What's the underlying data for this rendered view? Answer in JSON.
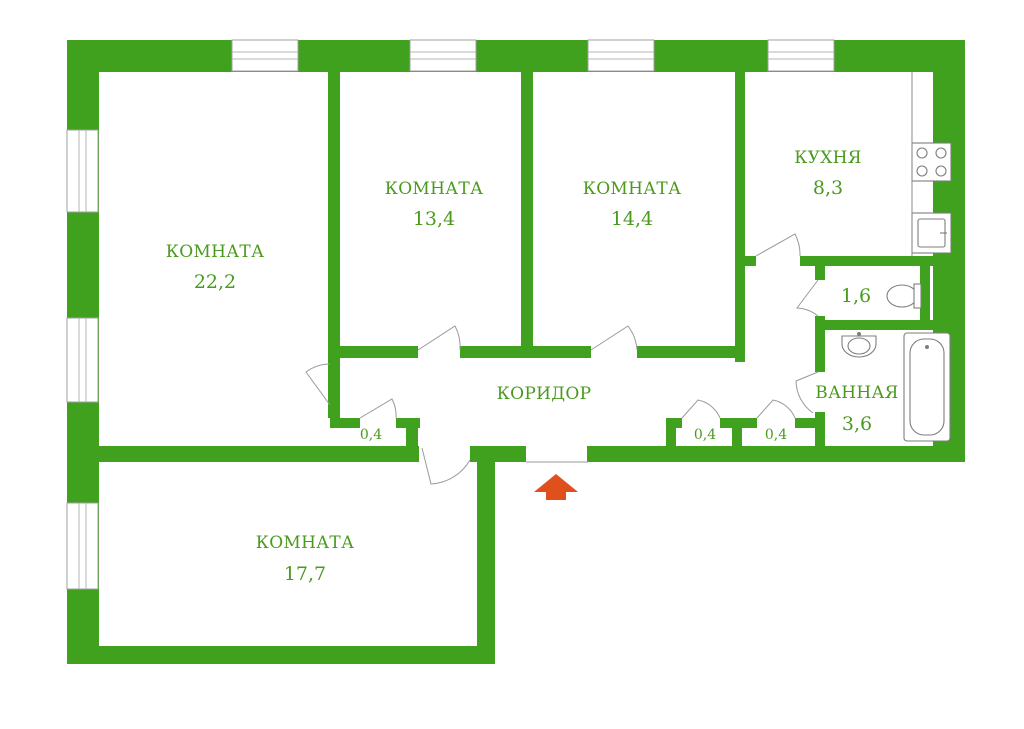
{
  "colors": {
    "wall": "#3fa11d",
    "label": "#4a9a1e",
    "entrance_arrow": "#e0501c",
    "background": "#ffffff"
  },
  "rooms": {
    "room_a": {
      "name": "КОМНАТА",
      "area": "22,2"
    },
    "room_b": {
      "name": "КОМНАТА",
      "area": "13,4"
    },
    "room_c": {
      "name": "КОМНАТА",
      "area": "14,4"
    },
    "kitchen": {
      "name": "КУХНЯ",
      "area": "8,3"
    },
    "toilet": {
      "area": "1,6"
    },
    "bathroom": {
      "name": "ВАННАЯ",
      "area": "3,6"
    },
    "corridor": {
      "name": "КОРИДОР"
    },
    "room_d": {
      "name": "КОМНАТА",
      "area": "17,7"
    },
    "closet_1": {
      "area": "0,4"
    },
    "closet_2": {
      "area": "0,4"
    },
    "closet_3": {
      "area": "0,4"
    }
  },
  "icons": {
    "entrance": "entrance-arrow-icon",
    "stove": "stove-icon",
    "kitchen_sink": "kitchen-sink-icon",
    "toilet": "toilet-icon",
    "washbasin": "washbasin-icon",
    "bathtub": "bathtub-icon"
  }
}
